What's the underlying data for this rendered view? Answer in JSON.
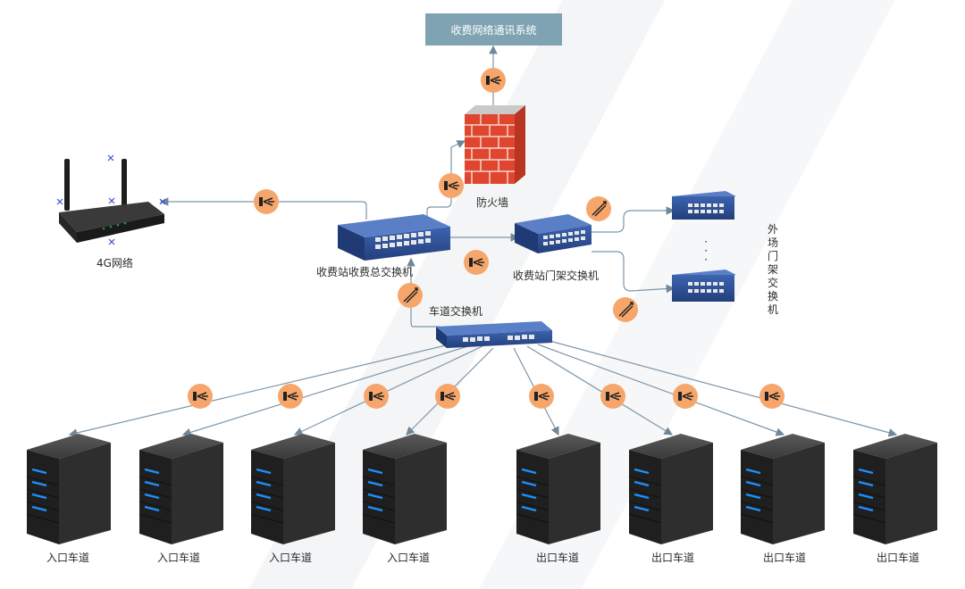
{
  "title_box": "收费网络通讯系统",
  "labels": {
    "firewall": "防火墙",
    "router": "4G网络",
    "core_switch": "收费站收费总交换机",
    "gantry_switch": "收费站门架交换机",
    "lane_switch": "车道交换机",
    "outfield": "外场门架交换机",
    "dots": "·\n·\n·"
  },
  "entry_lanes": [
    "入口车道",
    "入口车道",
    "入口车道",
    "入口车道"
  ],
  "exit_lanes": [
    "出口车道",
    "出口车道",
    "出口车道",
    "出口车道"
  ],
  "colors": {
    "title_bg": "#7fa3b3",
    "connector": "#f6a66a",
    "line": "#7d96a8",
    "switch_blue": "#2c4f95",
    "server": "#2e2e2e",
    "server_led": "#1e90ff",
    "brick": "#e0452f"
  }
}
